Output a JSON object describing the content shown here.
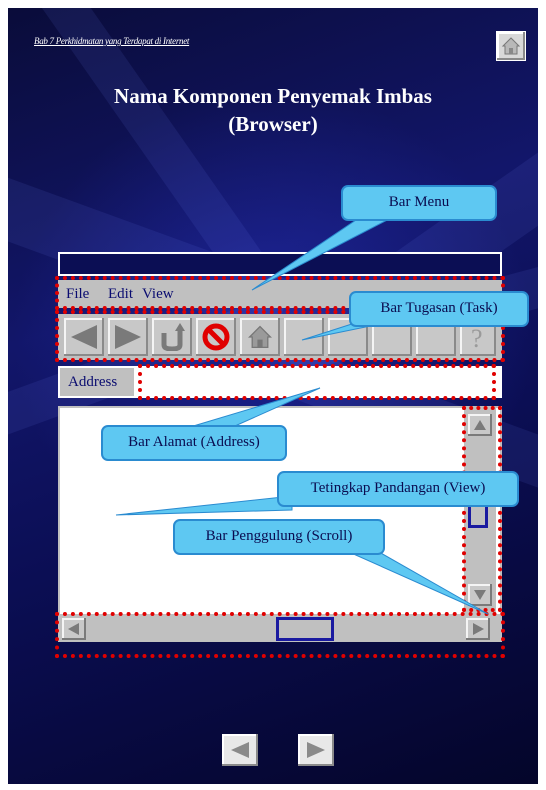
{
  "header": {
    "chapter_text": "Bab 7 Perkhidmatan yang Terdapat di Internet",
    "home_icon": "home-icon"
  },
  "title": {
    "line1": "Nama Komponen Penyemak Imbas",
    "line2": "(Browser)"
  },
  "browser": {
    "menu": [
      "File",
      "Edit",
      "View"
    ],
    "address_label": "Address",
    "address_value": "",
    "toolbar_icons": [
      "back-arrow-icon",
      "forward-arrow-icon",
      "refresh-icon",
      "stop-icon",
      "home-icon",
      "blank",
      "blank",
      "blank",
      "blank",
      "help-icon"
    ]
  },
  "callouts": {
    "menu_bar": "Bar Menu",
    "task_bar": "Bar Tugasan (Task)",
    "address_bar": "Bar Alamat (Address)",
    "view_window": "Tetingkap Pandangan (View)",
    "scroll_bar": "Bar Penggulung (Scroll)"
  },
  "colors": {
    "background": "#0b0e54",
    "callout_fill": "#5ec8f2",
    "highlight": "#e00000",
    "chrome": "#c0c0c0",
    "label_text": "#0a0c70"
  },
  "navigation": {
    "prev_icon": "previous-triangle-icon",
    "next_icon": "next-triangle-icon"
  }
}
